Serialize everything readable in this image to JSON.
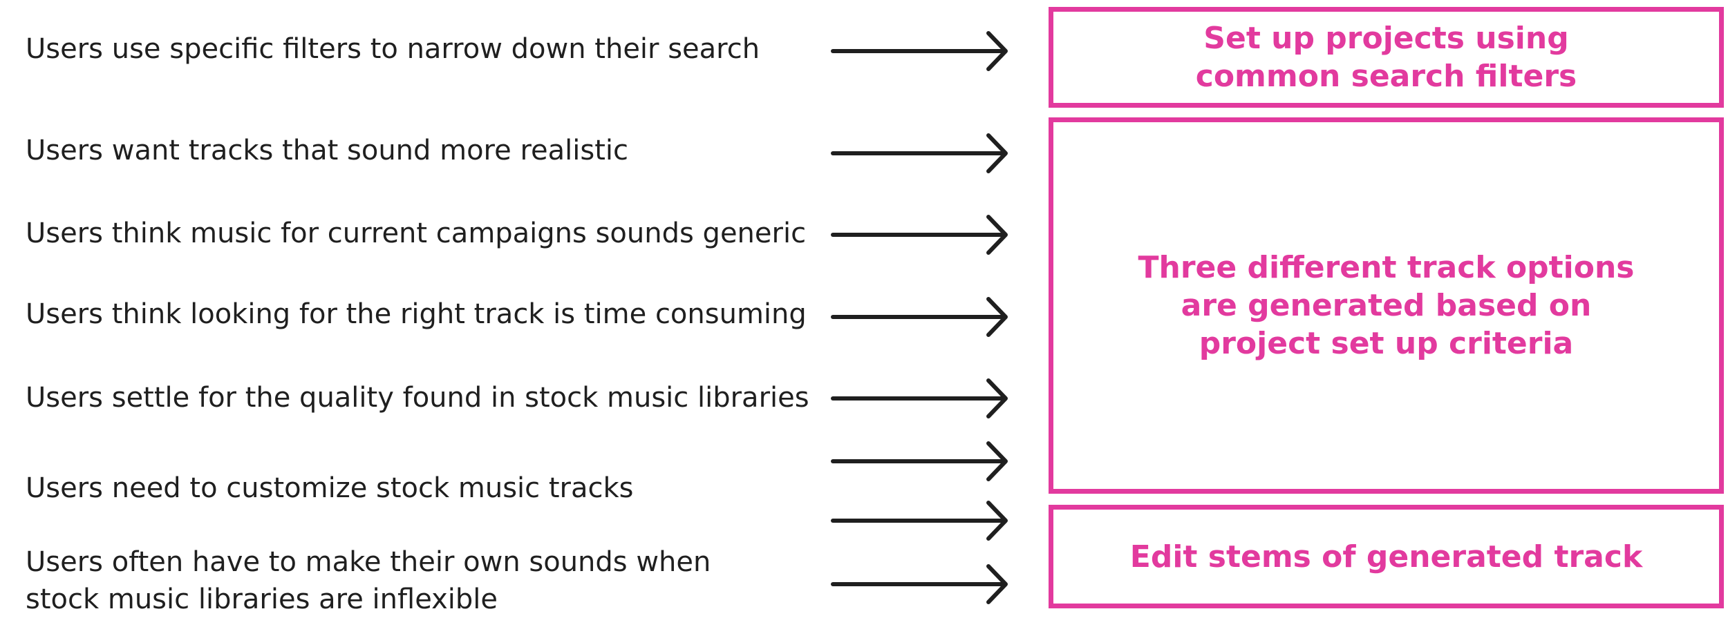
{
  "findings": [
    "Users use specific filters to narrow down their search",
    "Users want tracks that sound more realistic",
    "Users think music for current campaigns sounds generic",
    "Users think looking for the right track is time consuming",
    "Users settle for the quality found in stock music libraries",
    "Users need to customize stock music tracks",
    "Users often have to make their own sounds when\nstock music libraries are inflexible"
  ],
  "solutions": [
    "Set up projects using\ncommon search filters",
    "Three different track options\nare generated based on\nproject set up criteria",
    "Edit stems of generated track"
  ],
  "colors": {
    "accent": "#e23a9e",
    "text": "#1f1f1f",
    "arrow": "#1f1f1f"
  }
}
